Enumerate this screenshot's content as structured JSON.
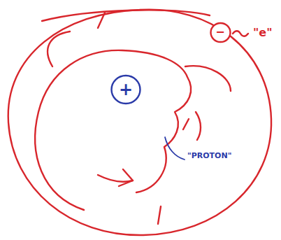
{
  "diagram": {
    "nodes": [
      {
        "text": [
          "+"
        ]
      },
      {
        "text": [
          "−"
        ]
      }
    ],
    "labels": [
      "\"PROTON\"",
      "\"e\""
    ]
  }
}
